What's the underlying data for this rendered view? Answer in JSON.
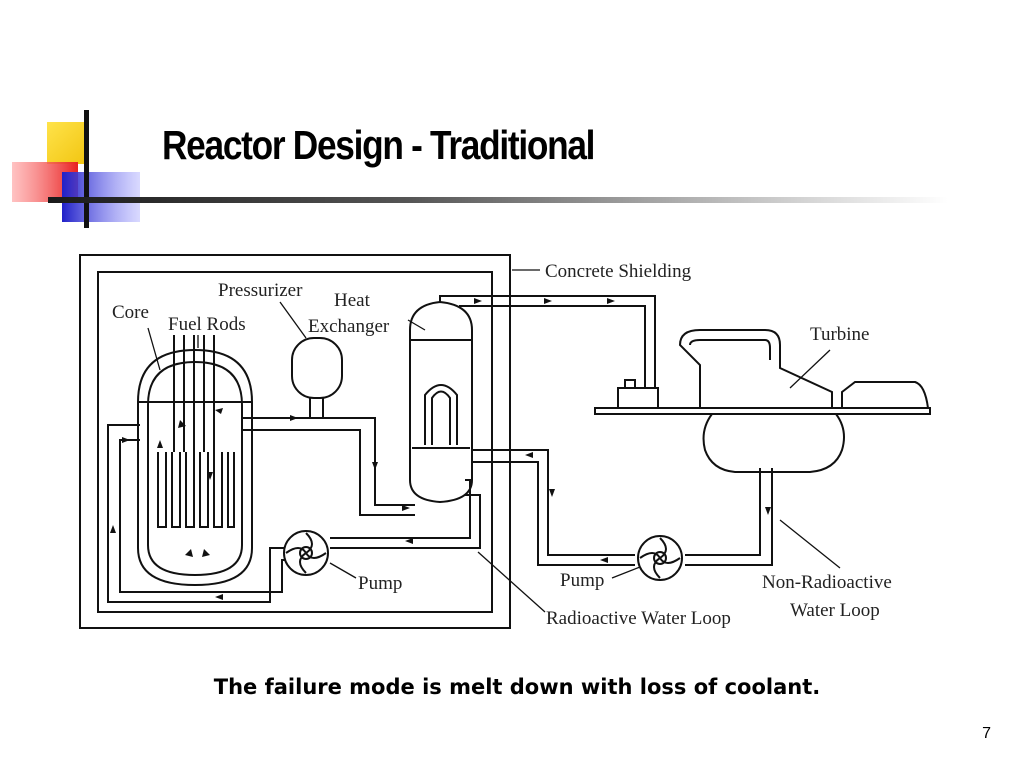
{
  "slide": {
    "title": "Reactor Design - Traditional",
    "caption": "The failure mode is melt down with loss of coolant.",
    "page_number": "7"
  },
  "diagram": {
    "labels": {
      "concrete_shielding": "Concrete Shielding",
      "pressurizer": "Pressurizer",
      "heat": "Heat",
      "exchanger": "Exchanger",
      "core": "Core",
      "fuel_rods": "Fuel Rods",
      "turbine": "Turbine",
      "pump_primary": "Pump",
      "pump_secondary": "Pump",
      "non_radioactive_line1": "Non-Radioactive",
      "non_radioactive_line2": "Water Loop",
      "radioactive_loop": "Radioactive Water Loop"
    }
  },
  "colors": {
    "accent_yellow": "#f7d117",
    "accent_red": "#f03c3c",
    "accent_blue": "#2f2fd0"
  }
}
